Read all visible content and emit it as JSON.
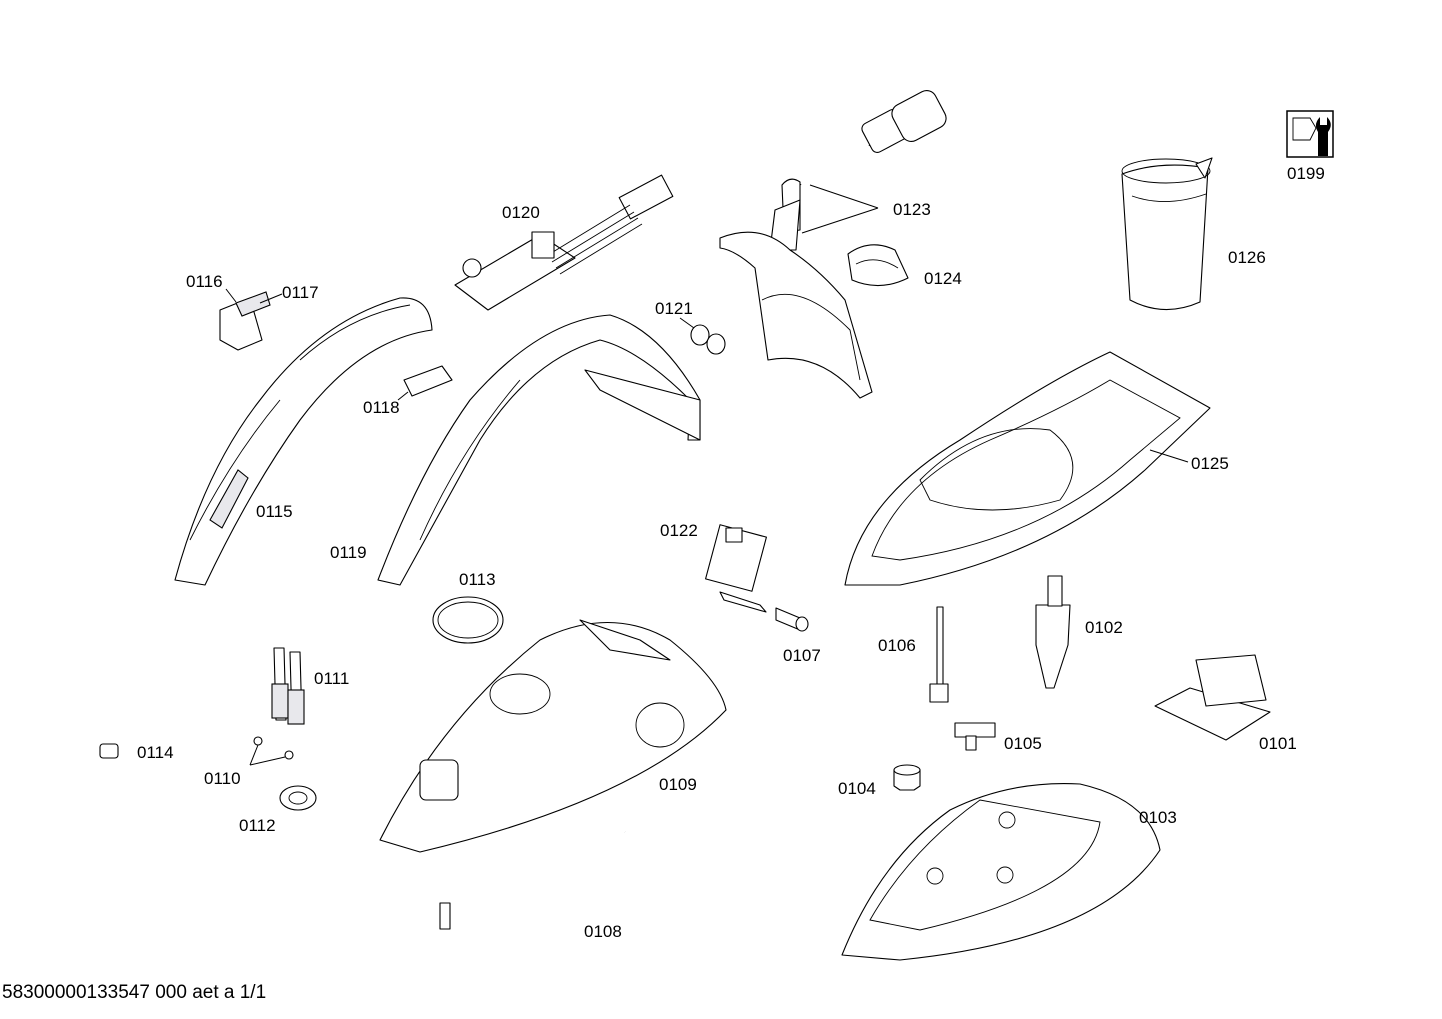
{
  "diagram": {
    "parts": [
      {
        "id": "0101",
        "label": "0101"
      },
      {
        "id": "0102",
        "label": "0102"
      },
      {
        "id": "0103",
        "label": "0103"
      },
      {
        "id": "0104",
        "label": "0104"
      },
      {
        "id": "0105",
        "label": "0105"
      },
      {
        "id": "0106",
        "label": "0106"
      },
      {
        "id": "0107",
        "label": "0107"
      },
      {
        "id": "0108",
        "label": "0108"
      },
      {
        "id": "0109",
        "label": "0109"
      },
      {
        "id": "0110",
        "label": "0110"
      },
      {
        "id": "0111",
        "label": "0111"
      },
      {
        "id": "0112",
        "label": "0112"
      },
      {
        "id": "0113",
        "label": "0113"
      },
      {
        "id": "0114",
        "label": "0114"
      },
      {
        "id": "0115",
        "label": "0115"
      },
      {
        "id": "0116",
        "label": "0116"
      },
      {
        "id": "0117",
        "label": "0117"
      },
      {
        "id": "0118",
        "label": "0118"
      },
      {
        "id": "0119",
        "label": "0119"
      },
      {
        "id": "0120",
        "label": "0120"
      },
      {
        "id": "0121",
        "label": "0121"
      },
      {
        "id": "0122",
        "label": "0122"
      },
      {
        "id": "0123",
        "label": "0123"
      },
      {
        "id": "0124",
        "label": "0124"
      },
      {
        "id": "0125",
        "label": "0125"
      },
      {
        "id": "0126",
        "label": "0126"
      },
      {
        "id": "0199",
        "label": "0199"
      }
    ],
    "footer": "58300000133547 000 aet a 1/1"
  }
}
